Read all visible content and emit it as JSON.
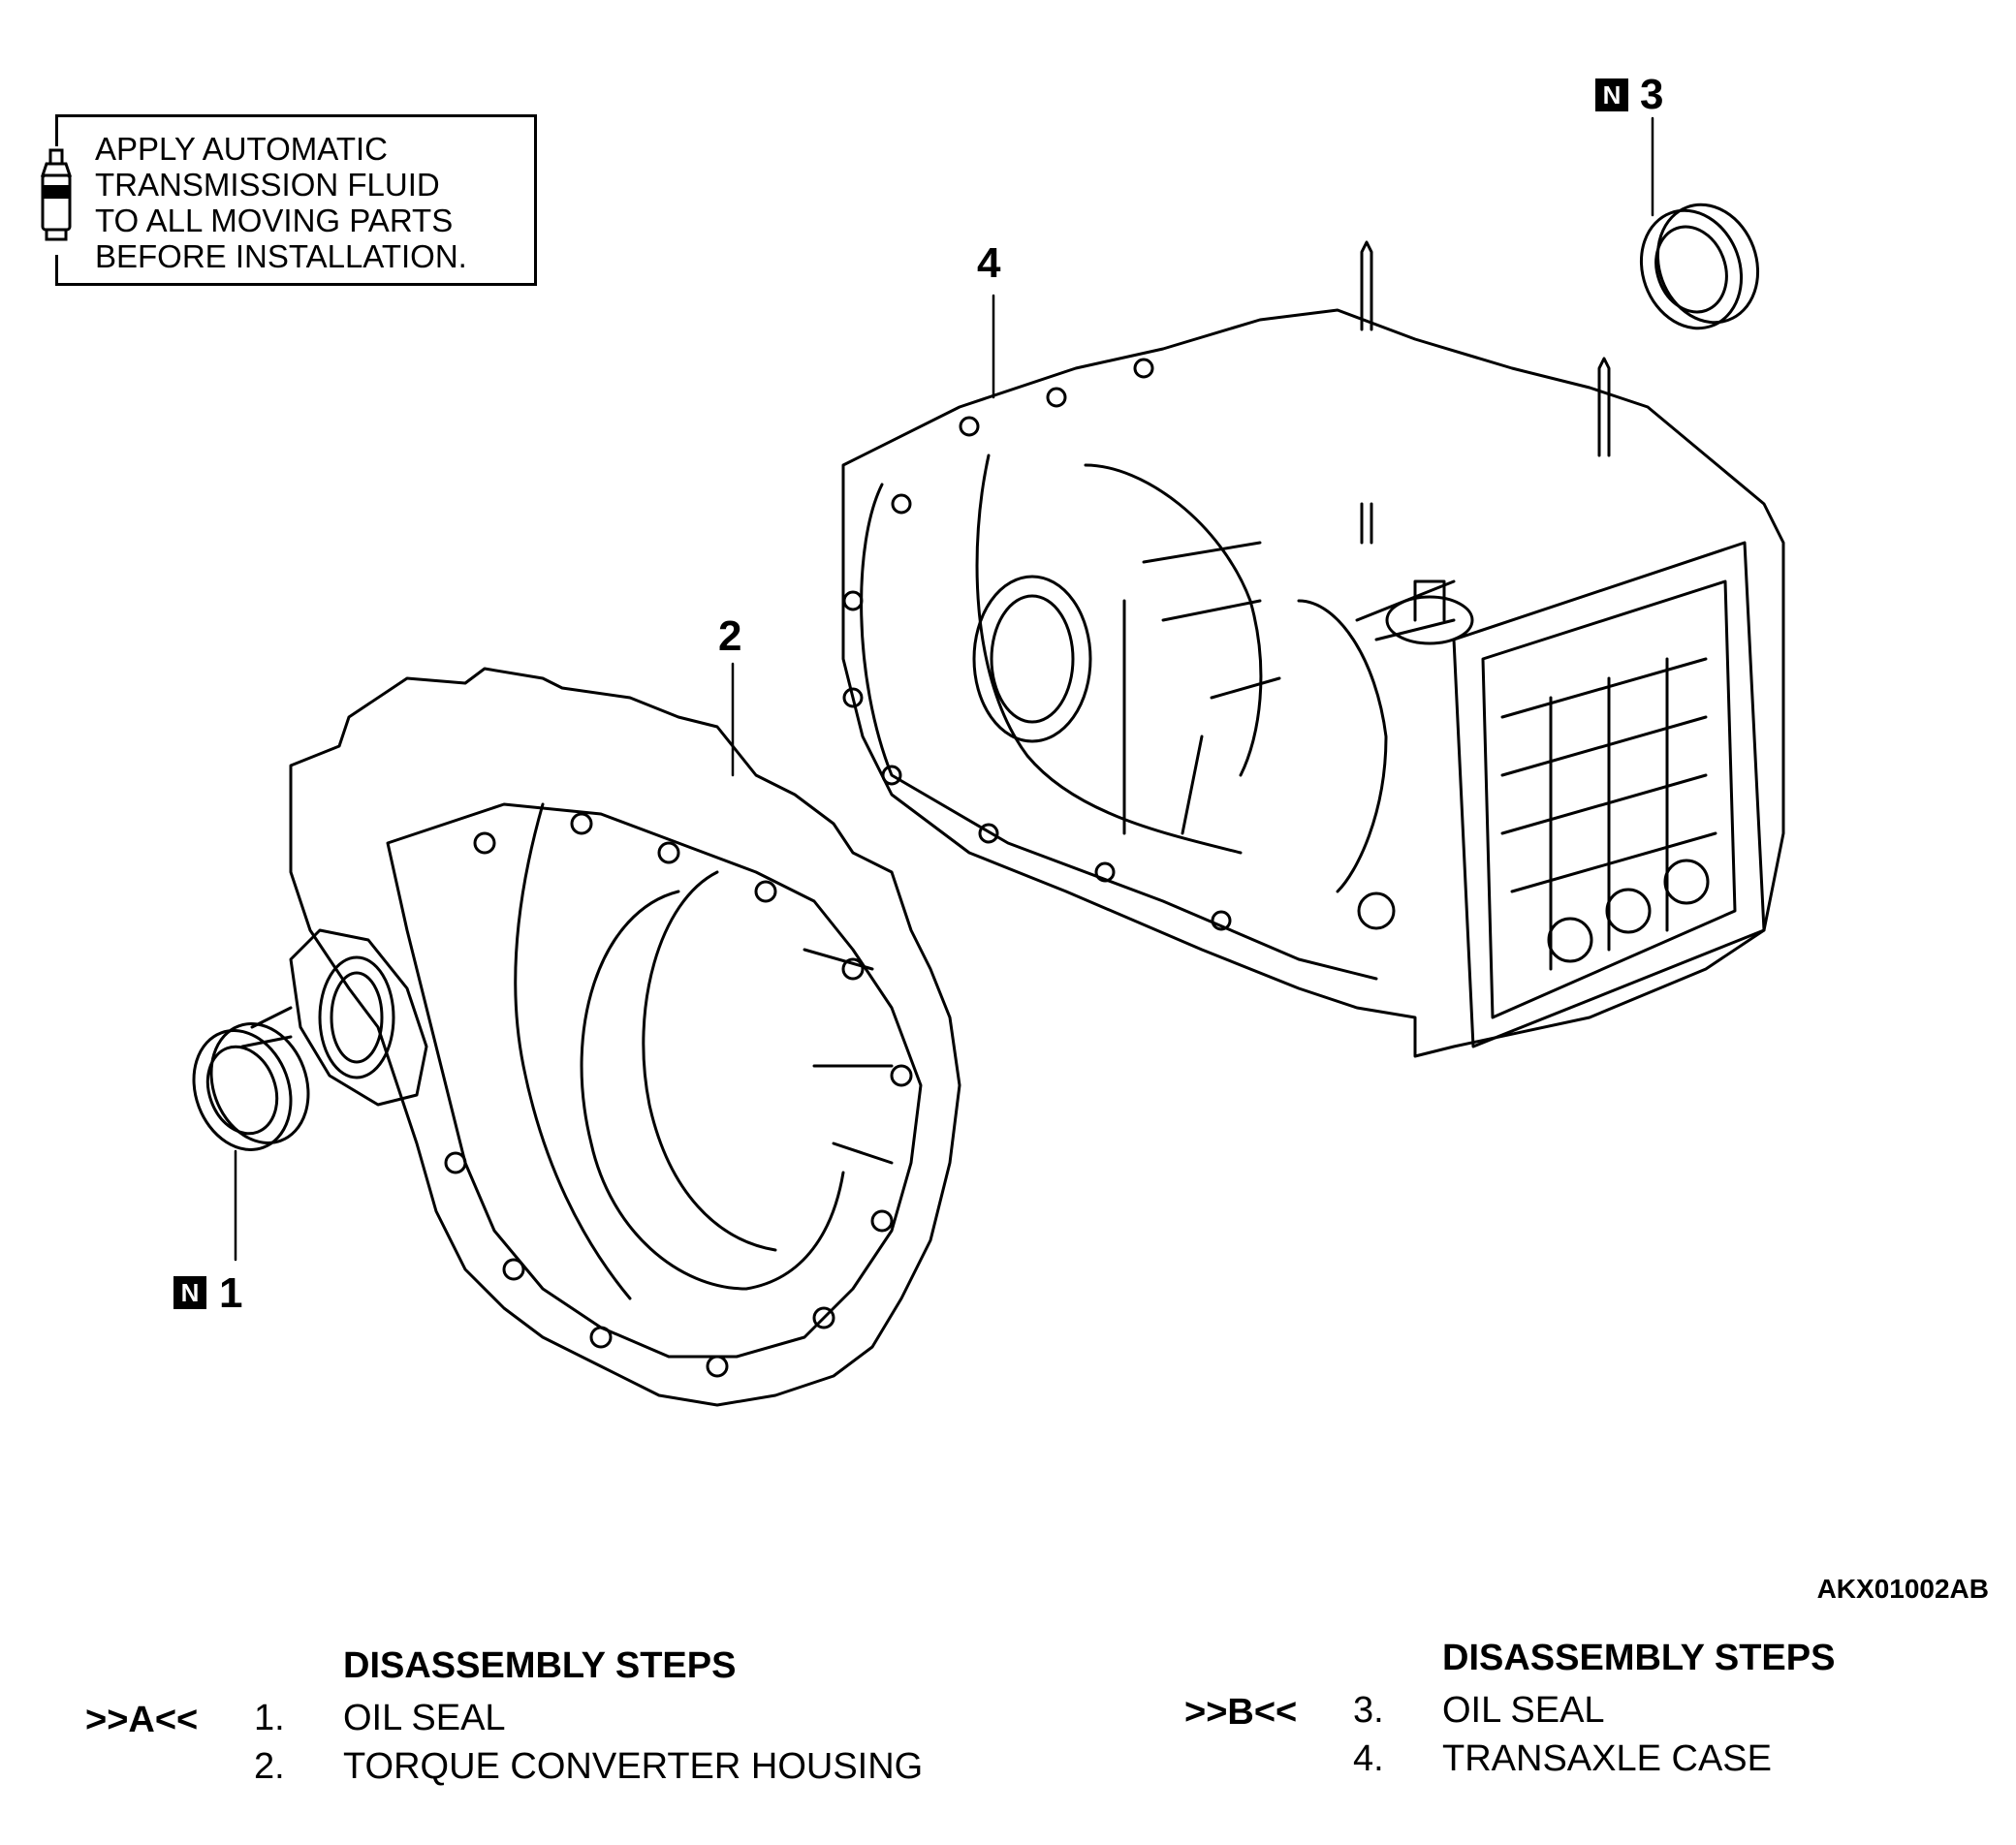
{
  "notice": {
    "icon": "fluid-bottle-icon",
    "lines": [
      "APPLY AUTOMATIC",
      "TRANSMISSION FLUID",
      "TO ALL MOVING PARTS",
      "BEFORE INSTALLATION."
    ]
  },
  "callouts": {
    "c1": {
      "number": "1",
      "badge": "N"
    },
    "c2": {
      "number": "2"
    },
    "c3": {
      "number": "3",
      "badge": "N"
    },
    "c4": {
      "number": "4"
    }
  },
  "figure_code": "AKX01002AB",
  "steps_left": {
    "heading": "DISASSEMBLY STEPS",
    "ref": ">>A<<",
    "items": [
      {
        "num": "1.",
        "text": "OIL SEAL"
      },
      {
        "num": "2.",
        "text": "TORQUE CONVERTER HOUSING"
      }
    ]
  },
  "steps_right": {
    "heading": "DISASSEMBLY STEPS",
    "ref": ">>B<<",
    "items": [
      {
        "num": "3.",
        "text": "OIL SEAL"
      },
      {
        "num": "4.",
        "text": "TRANSAXLE CASE"
      }
    ]
  }
}
